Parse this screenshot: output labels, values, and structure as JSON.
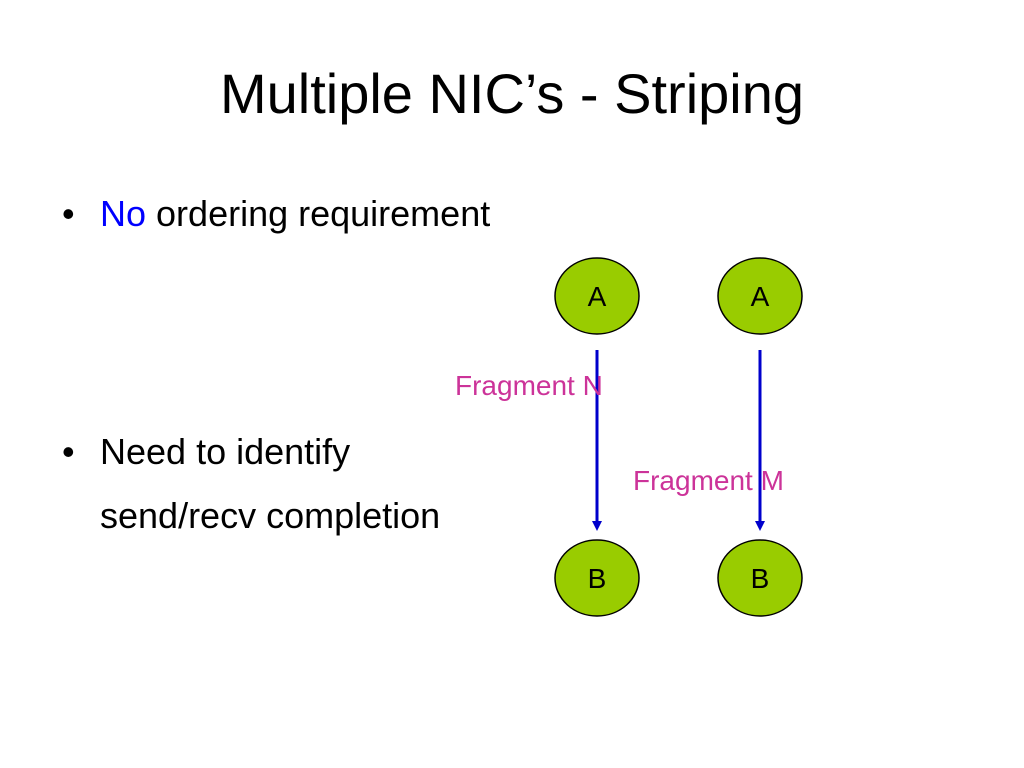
{
  "title": "Multiple NIC’s - Striping",
  "bullets": [
    {
      "marker": "•",
      "highlight": "No",
      "text": " ordering requirement"
    },
    {
      "marker": "•",
      "line1": "Need to identify",
      "line2": "send/recv completion"
    }
  ],
  "diagram": {
    "nodes": [
      {
        "id": "a1",
        "label": "A"
      },
      {
        "id": "a2",
        "label": "A"
      },
      {
        "id": "b1",
        "label": "B"
      },
      {
        "id": "b2",
        "label": "B"
      }
    ],
    "edges": [
      {
        "from": "a1",
        "to": "b1",
        "label": "Fragment N"
      },
      {
        "from": "a2",
        "to": "b2",
        "label": "Fragment M"
      }
    ]
  },
  "colors": {
    "node_fill": "#99cc00",
    "node_stroke": "#000000",
    "arrow": "#0000cc",
    "fragment_label": "#cc3399",
    "highlight": "#0000ff"
  }
}
